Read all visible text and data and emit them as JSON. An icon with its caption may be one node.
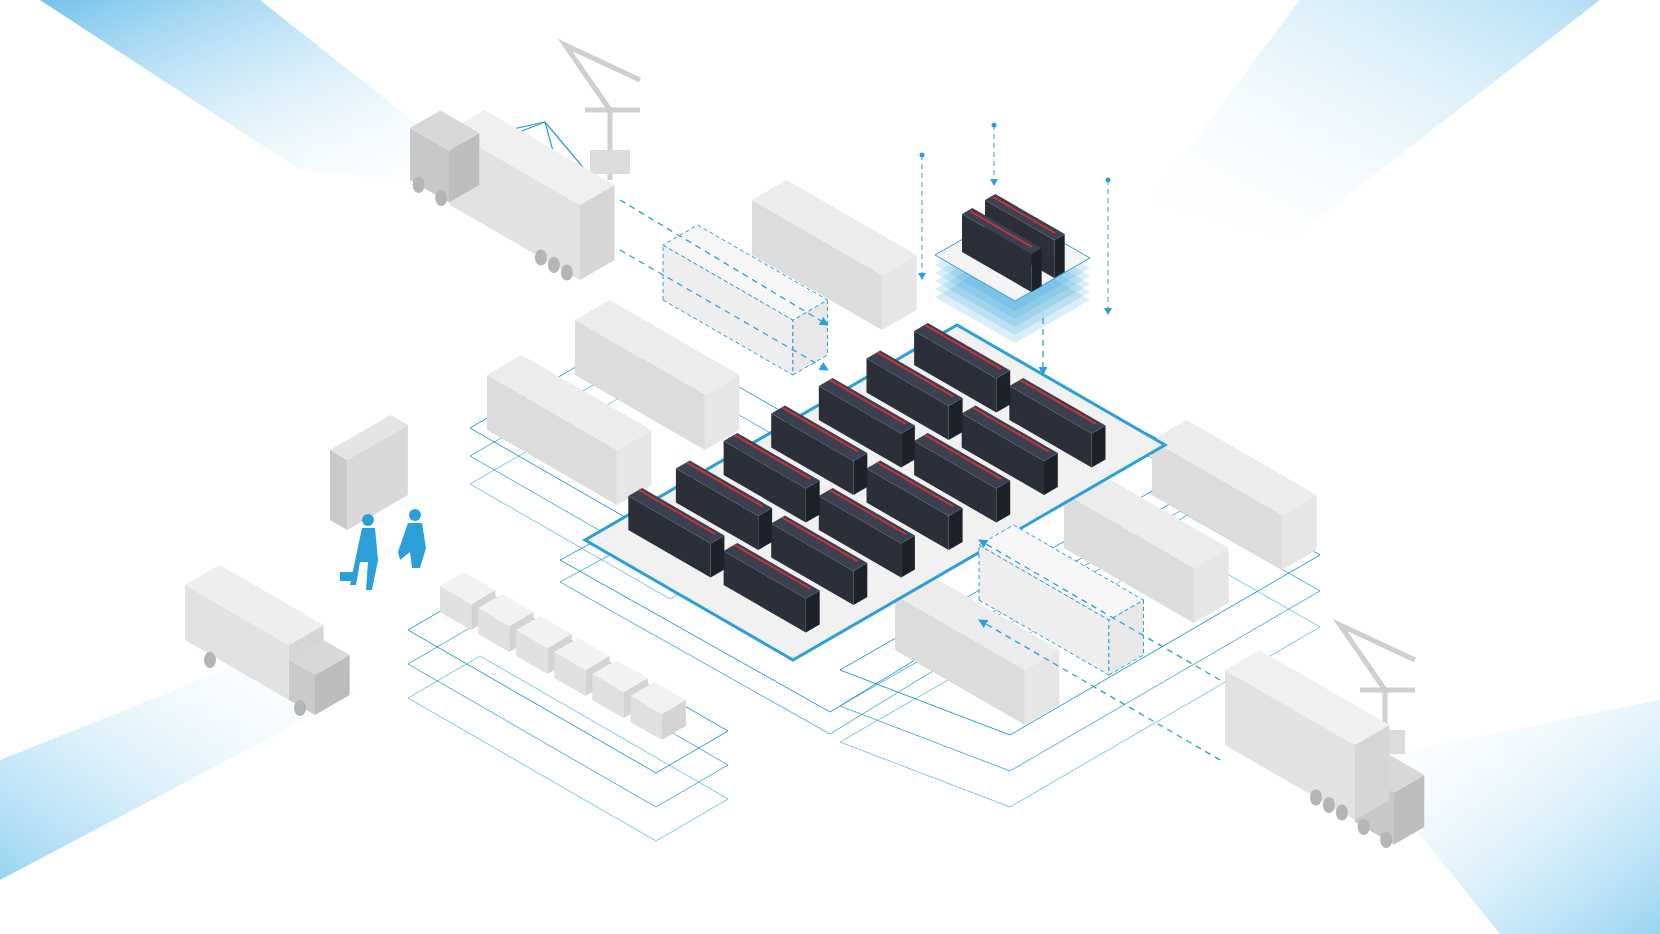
{
  "diagram": {
    "nodes": [
      {
        "text": [],
        "shape": "picture"
      },
      {
        "text": [],
        "shape": "box"
      },
      {
        "text": [],
        "shape": "picture"
      },
      {
        "text": [],
        "shape": "box"
      },
      {
        "text": [],
        "shape": "picture"
      },
      {
        "text": [],
        "shape": "diamond"
      }
    ],
    "edges": [
      {
        "from": 0,
        "to": 1,
        "arrow": "to",
        "style": "dashed"
      },
      {
        "from": 0,
        "to": 1,
        "arrow": "to",
        "style": "dashed"
      },
      {
        "from": 2,
        "to": 3,
        "arrow": "to",
        "style": "dashed"
      },
      {
        "from": 2,
        "to": 3,
        "arrow": "to",
        "style": "dashed"
      },
      {
        "from": 4,
        "to": 5,
        "arrow": "to",
        "style": "dashed"
      }
    ]
  }
}
